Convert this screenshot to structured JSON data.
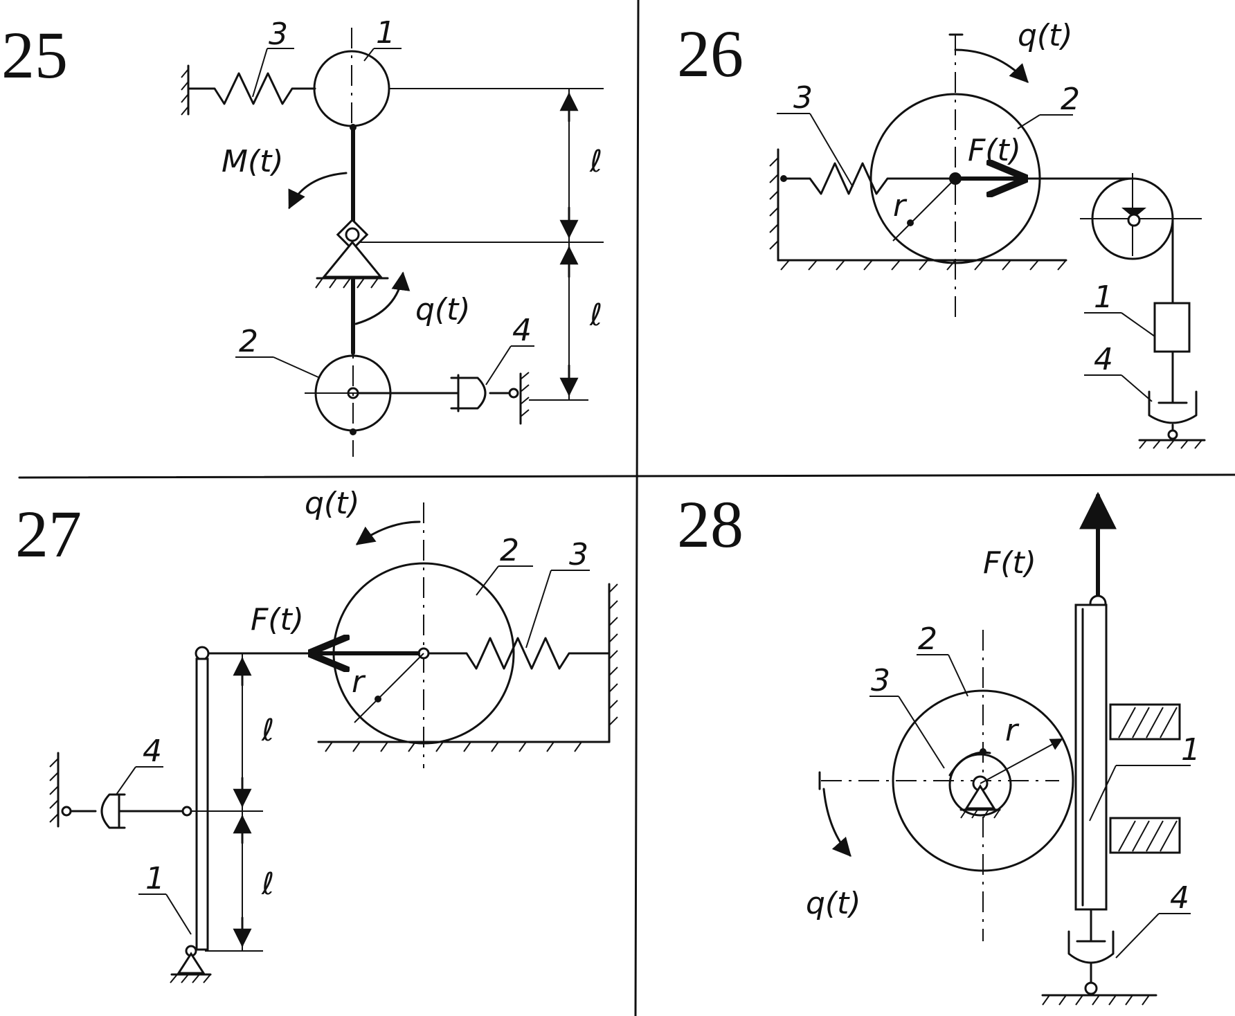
{
  "panels": [
    {
      "number": "25",
      "labels": {
        "part1": "1",
        "part2": "2",
        "part3": "3",
        "part4": "4",
        "moment": "M(t)",
        "coord": "q(t)",
        "len_upper": "ℓ",
        "len_lower": "ℓ"
      }
    },
    {
      "number": "26",
      "labels": {
        "part1": "1",
        "part2": "2",
        "part3": "3",
        "part4": "4",
        "coord": "q(t)",
        "force": "F(t)",
        "radius": "r"
      }
    },
    {
      "number": "27",
      "labels": {
        "part1": "1",
        "part2": "2",
        "part3": "3",
        "part4": "4",
        "coord": "q(t)",
        "force": "F(t)",
        "radius": "r",
        "len_upper": "ℓ",
        "len_lower": "ℓ"
      }
    },
    {
      "number": "28",
      "labels": {
        "part1": "1",
        "part2": "2",
        "part3": "3",
        "part4": "4",
        "coord": "q(t)",
        "force": "F(t)",
        "radius": "r"
      }
    }
  ]
}
